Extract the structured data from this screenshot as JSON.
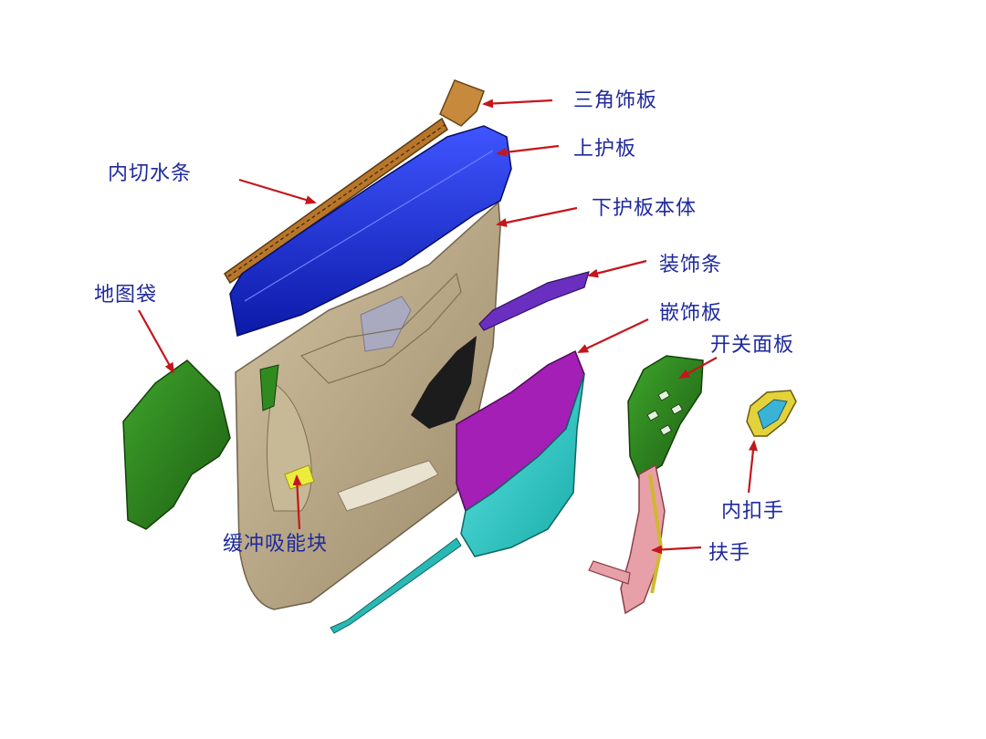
{
  "labels": {
    "triangle_trim": "三角饰板",
    "upper_panel": "上护板",
    "inner_weatherstrip": "内切水条",
    "lower_panel_body": "下护板本体",
    "decor_strip": "装饰条",
    "map_pocket": "地图袋",
    "inlay_panel": "嵌饰板",
    "switch_panel": "开关面板",
    "inner_handle": "内扣手",
    "armrest": "扶手",
    "energy_absorber": "缓冲吸能块"
  },
  "colors": {
    "label_text": "#1f2a9c",
    "arrow": "#c4161c",
    "door_body": "#b9a888",
    "upper_panel": "#1a2fd6",
    "weatherstrip": "#b8762a",
    "triangle_trim": "#c78a3c",
    "map_pocket": "#2f8a1f",
    "decor_strip": "#6a2fc0",
    "inlay_panel": "#a31fb5",
    "inlay_lower": "#27d3d0",
    "armrest": "#e8a0a8",
    "handle": "#e4d23a",
    "absorber": "#e8e840"
  }
}
